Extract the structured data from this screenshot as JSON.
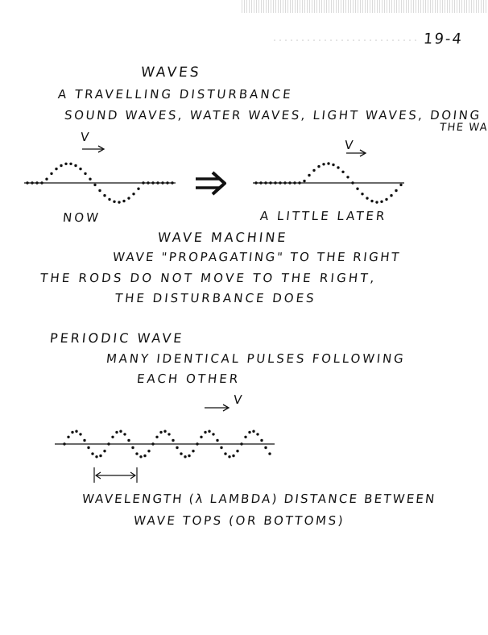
{
  "page": {
    "page_number": "19-4"
  },
  "waves": {
    "title": "WAVES",
    "definition": "A TRAVELLING DISTURBANCE",
    "examples": "SOUND WAVES, WATER WAVES, LIGHT WAVES, DOING",
    "examples_cont": "THE WAV",
    "velocity_label_1": "V",
    "velocity_label_2": "V",
    "label_now": "NOW",
    "label_later": "A LITTLE LATER"
  },
  "machine": {
    "title": "WAVE MACHINE",
    "line1": "WAVE \"PROPAGATING\" TO THE RIGHT",
    "line2": "THE RODS DO NOT MOVE TO THE RIGHT,",
    "line3": "THE DISTURBANCE DOES"
  },
  "periodic": {
    "title": "PERIODIC WAVE",
    "line1": "MANY IDENTICAL PULSES FOLLOWING",
    "line2": "EACH OTHER",
    "velocity_label": "V",
    "wavelength_line1": "WAVELENGTH (λ LAMBDA) DISTANCE BETWEEN",
    "wavelength_line2": "WAVE TOPS (OR BOTTOMS)"
  },
  "icons": {
    "arrow": "double-line-right-arrow",
    "velocity": "right-arrow"
  },
  "colors": {
    "ink": "#111111",
    "paper": "#ffffff"
  }
}
